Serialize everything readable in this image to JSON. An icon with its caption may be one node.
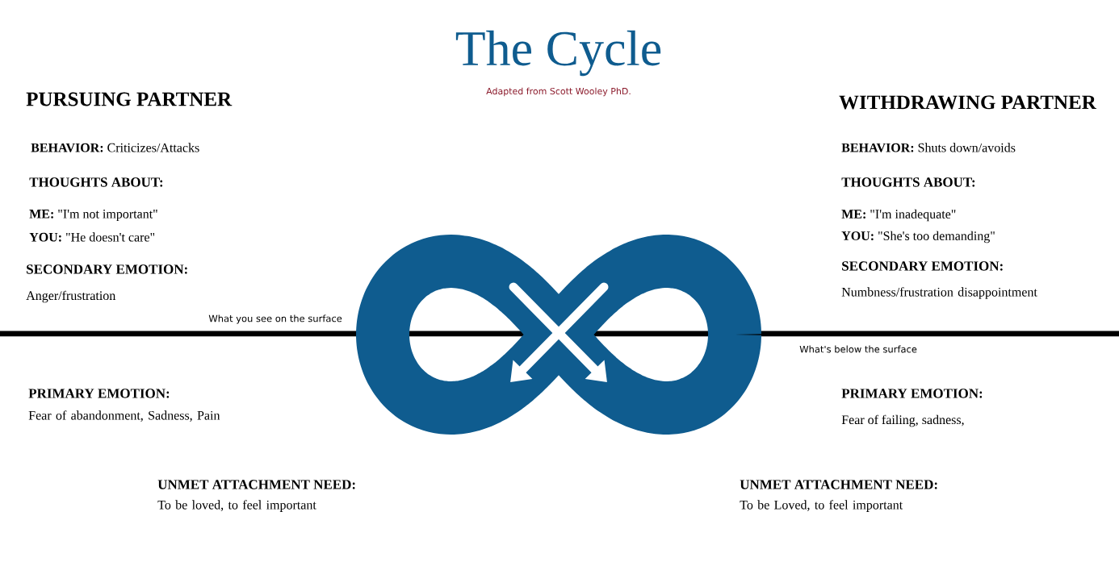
{
  "diagram": {
    "title": "The Cycle",
    "labels": [
      "PURSUING PARTNER",
      "Adapted from Scott Wooley PhD.",
      "WITHDRAWING PARTNER",
      "**BEHAVIOR:** Criticizes/Attacks",
      "**BEHAVIOR:** Shuts down/avoids",
      "THOUGHTS ABOUT:",
      "THOUGHTS ABOUT:",
      "**ME:** \"I'm not important\"",
      "**ME:** \"I'm inadequate\"",
      "**YOU:** \"He doesn't care\"",
      "**YOU:** \"She's too demanding\"",
      "SECONDARY EMOTION:",
      "SECONDARY EMOTION:",
      "Anger/frustration",
      "Numbness/frustration disappointment",
      "What you see on the surface",
      "What's below the surface",
      "PRIMARY EMOTION:",
      "PRIMARY EMOTION:",
      "Fear of abandonment, Sadness, Pain",
      "Fear of failing, sadness,",
      "UNMET ATTACHMENT NEED:",
      "UNMET ATTACHMENT NEED:",
      "To be loved, to feel important",
      "To be Loved, to feel important"
    ]
  }
}
